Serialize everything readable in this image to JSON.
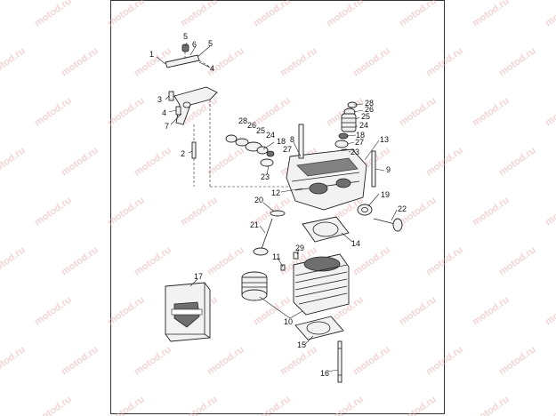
{
  "watermark": {
    "text": "motod.ru",
    "color": "#e8b1b1"
  },
  "callouts": [
    "1",
    "2",
    "3",
    "4",
    "5",
    "6",
    "7",
    "8",
    "9",
    "10",
    "11",
    "12",
    "13",
    "14",
    "15",
    "16",
    "17",
    "18",
    "19",
    "20",
    "21",
    "22",
    "23",
    "24",
    "25",
    "26",
    "27",
    "28",
    "29"
  ],
  "kit_box": {
    "logo_icon": "harley-davidson-bar-shield-icon"
  }
}
